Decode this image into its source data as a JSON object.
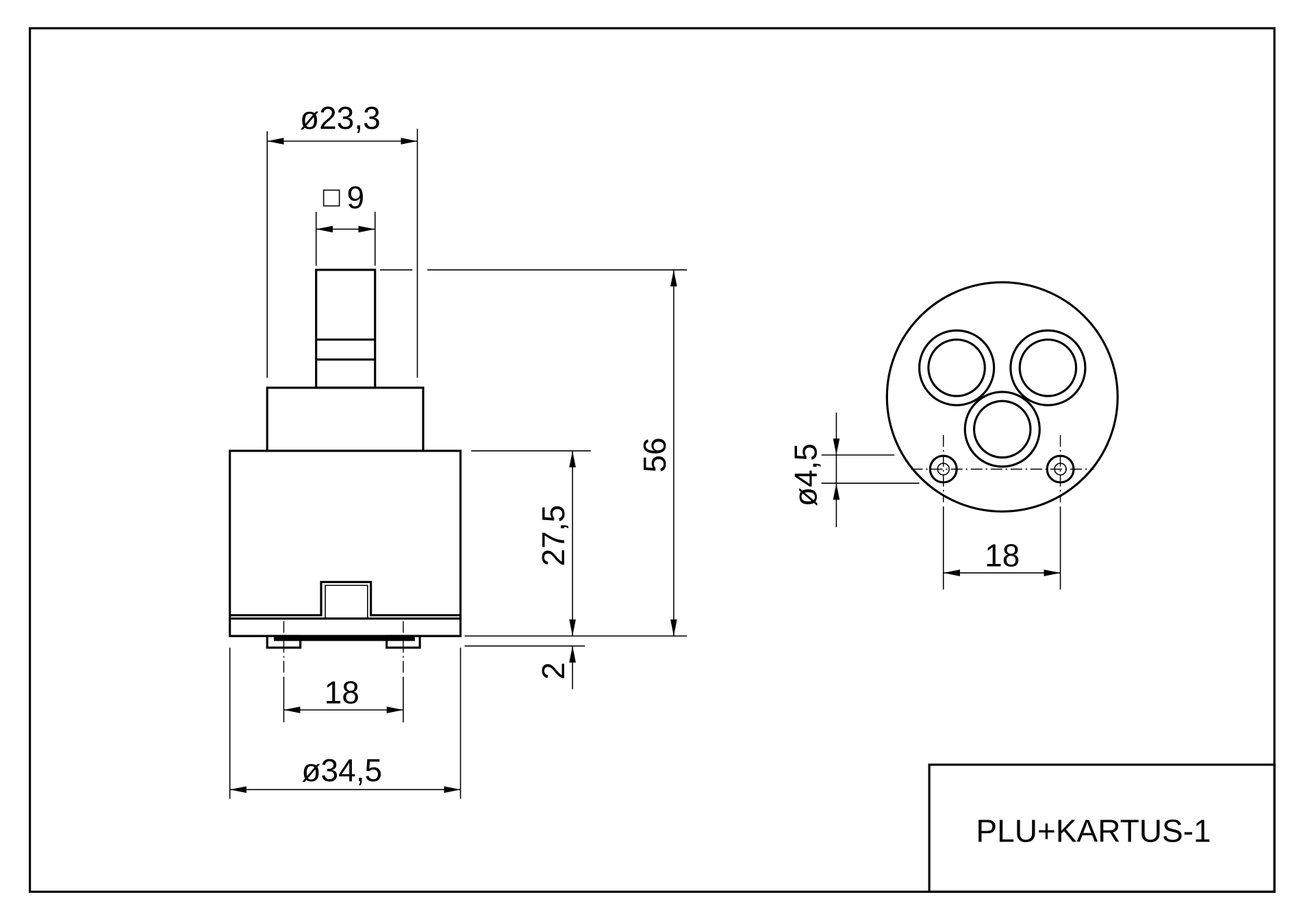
{
  "title_block": {
    "part_name": "PLU+KARTUS-1"
  },
  "side_view": {
    "dim_top_diameter": "ø23,3",
    "dim_stem_square": "9",
    "dim_total_height": "56",
    "dim_body_height": "27,5",
    "dim_plate": "2",
    "dim_pin_spacing": "18",
    "dim_body_diameter": "ø34,5"
  },
  "bottom_view": {
    "dim_hole_diameter": "ø4,5",
    "dim_hole_spacing": "18"
  }
}
